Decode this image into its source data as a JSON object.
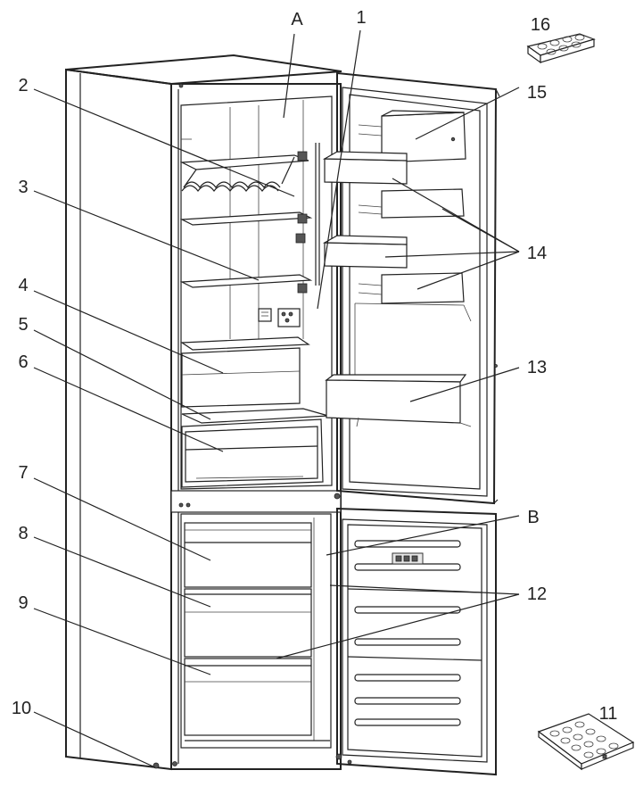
{
  "figure": {
    "callouts": {
      "A": "A",
      "B": "B",
      "n1": "1",
      "n2": "2",
      "n3": "3",
      "n4": "4",
      "n5": "5",
      "n6": "6",
      "n7": "7",
      "n8": "8",
      "n9": "9",
      "n10": "10",
      "n11": "11",
      "n12": "12",
      "n13": "13",
      "n14": "14",
      "n15": "15",
      "n16": "16"
    },
    "line_color": "#222222",
    "background": "#ffffff"
  }
}
